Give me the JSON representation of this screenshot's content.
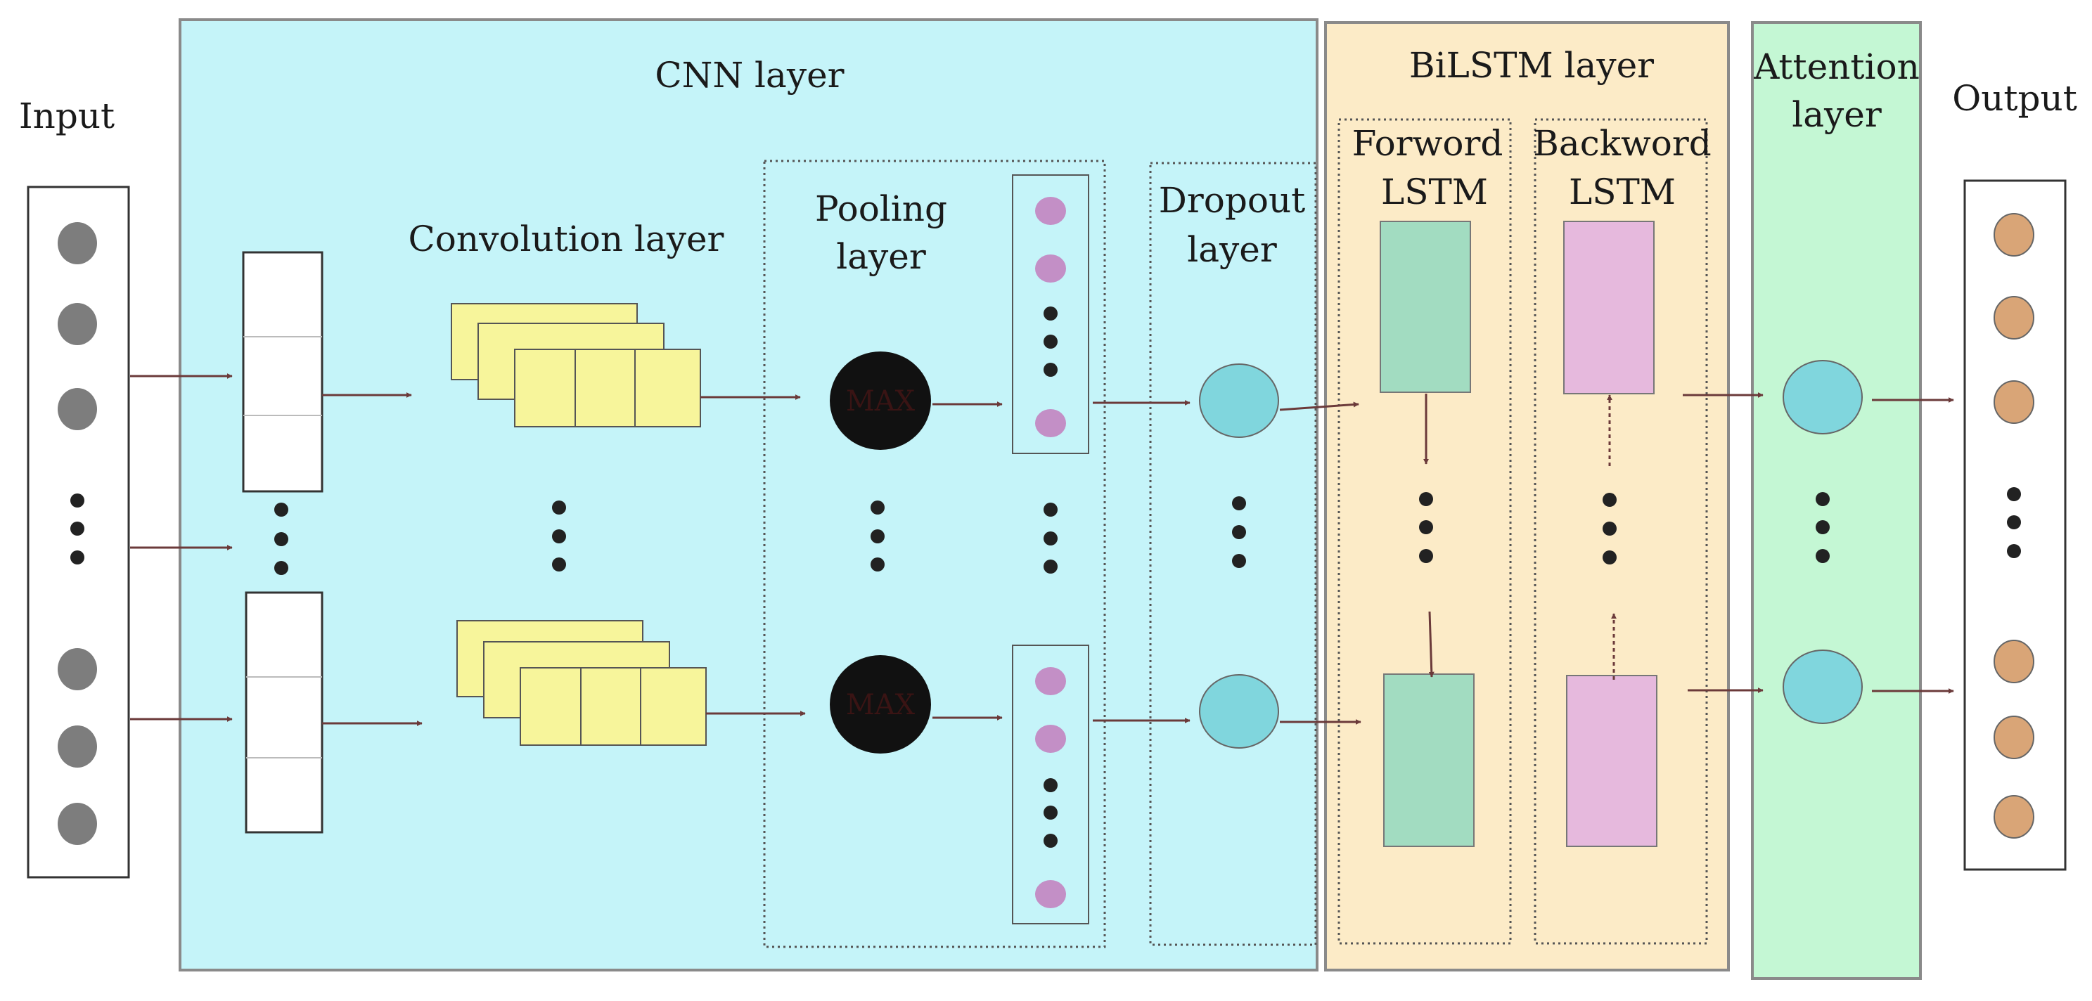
{
  "labels": {
    "input": "Input",
    "output": "Output",
    "cnn": "CNN layer",
    "conv": "Convolution layer",
    "pool": [
      "Pooling",
      "layer"
    ],
    "dropout": [
      "Dropout",
      "layer"
    ],
    "bilstm": "BiLSTM layer",
    "forward": [
      "Forword",
      "LSTM"
    ],
    "backward": [
      "Backword",
      "LSTM"
    ],
    "attention": [
      "Attention",
      "layer"
    ],
    "max": "MAX"
  },
  "colors": {
    "cnn_bg": "#c5f4f9",
    "bilstm_bg": "#fcebc7",
    "attention_bg": "#c4f7d4",
    "input_node": "#7d7d7d",
    "conv_map": "#f7f59b",
    "max_node": "#111111",
    "pool_node": "#c38fc6",
    "dropout_node": "#80d6dd",
    "forward_lstm": "#a2dcc1",
    "backward_lstm": "#e6b9dd",
    "attention_node": "#80d6dd",
    "output_node": "#d9a577",
    "arrow": "#6b3a3a"
  }
}
